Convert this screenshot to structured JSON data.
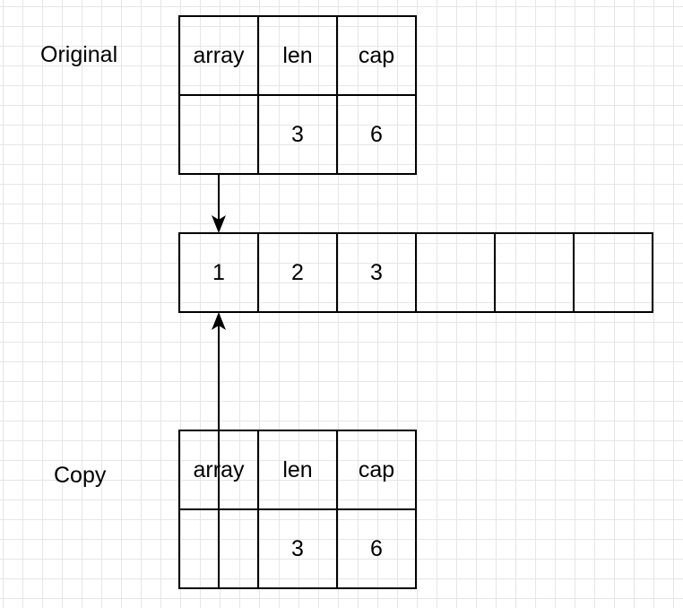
{
  "labels": {
    "original": "Original",
    "copy": "Copy"
  },
  "original_header": {
    "array": {
      "header": "array",
      "value": ""
    },
    "len": {
      "header": "len",
      "value": "3"
    },
    "cap": {
      "header": "cap",
      "value": "6"
    }
  },
  "copy_header": {
    "array": {
      "header": "array",
      "value": ""
    },
    "len": {
      "header": "len",
      "value": "3"
    },
    "cap": {
      "header": "cap",
      "value": "6"
    }
  },
  "backing_array": [
    "1",
    "2",
    "3",
    "",
    "",
    ""
  ],
  "colors": {
    "stroke": "#000000",
    "grid": "#e6e6e6",
    "background": "#ffffff"
  }
}
